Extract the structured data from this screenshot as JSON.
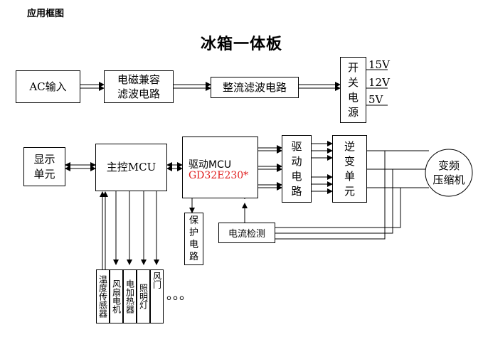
{
  "section_heading": "应用框图",
  "title": "冰箱一体板",
  "power_chain": {
    "ac_input": "AC输入",
    "emc_filter": "电磁兼容\n滤波电路",
    "rectifier": "整流滤波电路",
    "switching_power": "开\n关\n电\n源",
    "outputs": [
      "15V",
      "12V",
      "5V"
    ]
  },
  "control_chain": {
    "display": "显示\n单元",
    "main_mcu": "主控MCU",
    "driver_mcu_label": "驱动MCU",
    "driver_mcu_part": "GD32E230*",
    "driver_circuit": "驱\n动\n电\n路",
    "inverter": "逆\n变\n单\n元",
    "compressor": "变频\n压缩机",
    "protection": "保\n护\n电\n路",
    "current_detect": "电流检测"
  },
  "peripherals": [
    "温度传感器",
    "风扇电机",
    "电加热器",
    "照明灯",
    "风门"
  ],
  "ellipsis": "。。。",
  "colors": {
    "part_number": "#e02020",
    "line": "#000000"
  }
}
